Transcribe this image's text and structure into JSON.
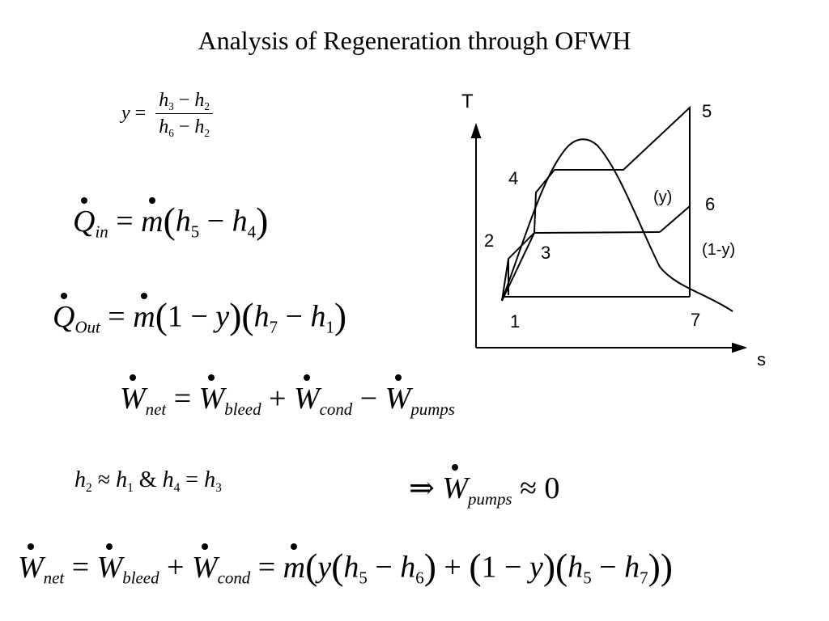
{
  "title": "Analysis of Regeneration through OFWH",
  "diagram": {
    "axis_t": "T",
    "axis_s": "s",
    "points": {
      "p1": "1",
      "p2": "2",
      "p3": "3",
      "p4": "4",
      "p5": "5",
      "p6": "6",
      "p7": "7"
    },
    "fraction_y": "(y)",
    "fraction_1y": "(1-y)"
  }
}
